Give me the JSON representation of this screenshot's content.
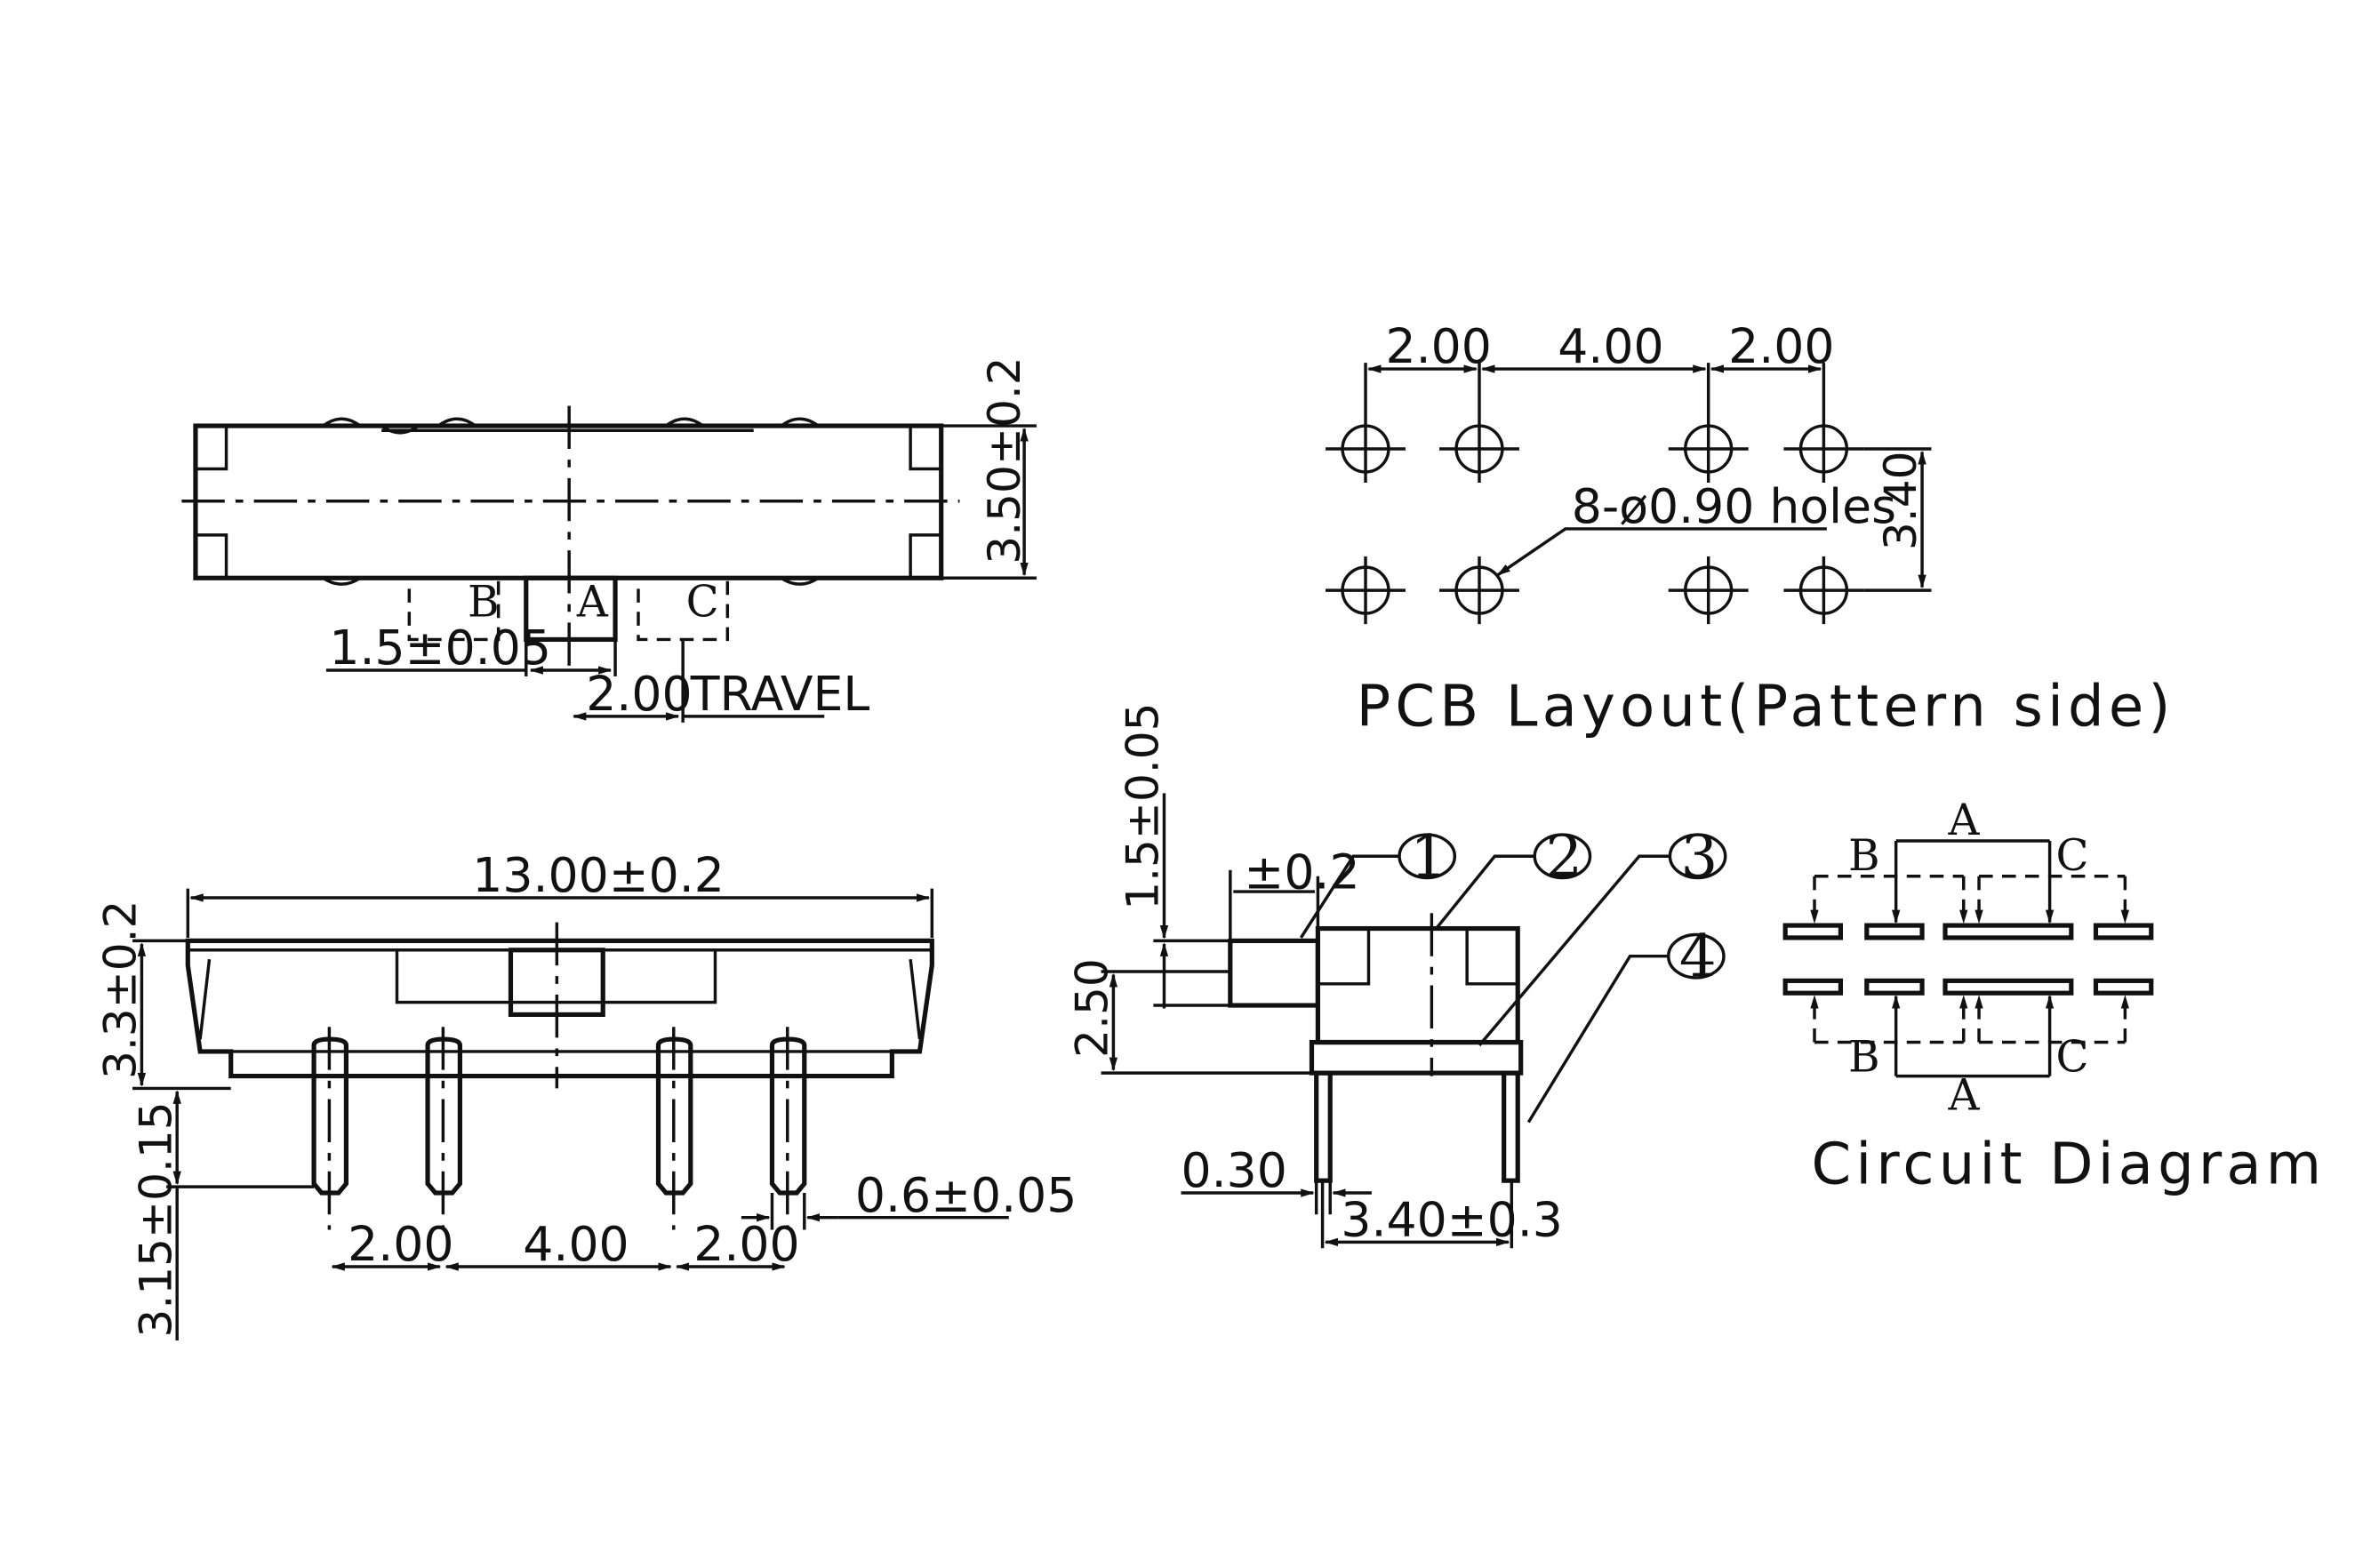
{
  "top_view": {
    "dim_height": "3.50±0.2",
    "pos_b": "B",
    "pos_a": "A",
    "pos_c": "C",
    "dim_actuator": "1.5±0.05",
    "dim_travel_value": "2.00",
    "dim_travel_label": "TRAVEL"
  },
  "pcb": {
    "pitch_left": "2.00",
    "pitch_mid": "4.00",
    "pitch_right": "2.00",
    "row_spacing": "3.40",
    "holes_note": "8-ø0.90 holes",
    "caption": "PCB Layout(Pattern side)"
  },
  "front_view": {
    "dim_length": "13.00±0.2",
    "dim_height": "3.3±0.2",
    "dim_pin_length": "3.15±0.15",
    "pin_pitch_left": "2.00",
    "pin_pitch_mid": "4.00",
    "pin_pitch_right": "2.00",
    "dim_pin_width": "0.6±0.05"
  },
  "side_view": {
    "dim_actuator_height": "1.5±0.05",
    "dim_tolerance": "±0.2",
    "dim_body_height": "2.50",
    "dim_pin_thickness": "0.30",
    "dim_pin_span": "3.40±0.3",
    "callouts": [
      "1",
      "2",
      "3",
      "4"
    ]
  },
  "circuit": {
    "label_a_top": "A",
    "label_b_top": "B",
    "label_c_top": "C",
    "label_b_bottom": "B",
    "label_c_bottom": "C",
    "label_a_bottom": "A",
    "caption": "Circuit Diagram"
  }
}
